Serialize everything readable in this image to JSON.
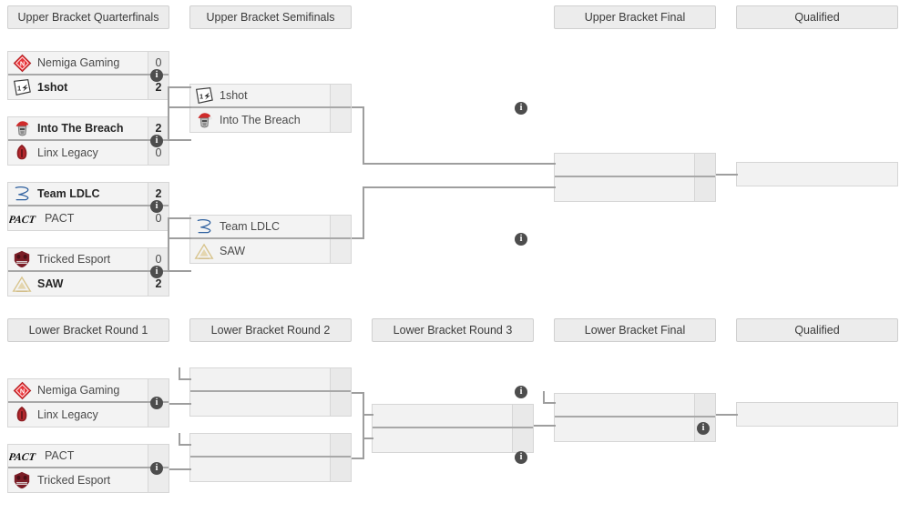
{
  "page": {
    "title": "Double Elimination Bracket",
    "background": "#ffffff",
    "line_color": "#9e9e9e",
    "box_fill": "#f3f3f3",
    "header_fill": "#ececec",
    "border_color": "#d6d6d6",
    "info_badge_color": "#4d4d4d",
    "info_badge_glyph": "i"
  },
  "upper_bracket": {
    "headers": [
      {
        "label": "Upper Bracket Quarterfinals"
      },
      {
        "label": "Upper Bracket Semifinals"
      },
      {
        "label": "Upper Bracket Final"
      },
      {
        "label": "Qualified"
      }
    ],
    "quarterfinals": [
      {
        "top": {
          "team": "Nemiga Gaming",
          "score": "0",
          "winner": false,
          "logo": "nemiga-gaming-logo"
        },
        "bottom": {
          "team": "1shot",
          "score": "2",
          "winner": true,
          "logo": "1shot-logo"
        }
      },
      {
        "top": {
          "team": "Into The Breach",
          "score": "2",
          "winner": true,
          "logo": "into-the-breach-logo"
        },
        "bottom": {
          "team": "Linx Legacy",
          "score": "0",
          "winner": false,
          "logo": "linx-legacy-logo"
        }
      },
      {
        "top": {
          "team": "Team LDLC",
          "score": "2",
          "winner": true,
          "logo": "team-ldlc-logo"
        },
        "bottom": {
          "team": "PACT",
          "score": "0",
          "winner": false,
          "logo": "pact-logo"
        }
      },
      {
        "top": {
          "team": "Tricked Esport",
          "score": "0",
          "winner": false,
          "logo": "tricked-esport-logo"
        },
        "bottom": {
          "team": "SAW",
          "score": "2",
          "winner": true,
          "logo": "saw-logo"
        }
      }
    ],
    "semifinals": [
      {
        "top": {
          "team": "1shot",
          "score": "",
          "winner": false,
          "logo": "1shot-logo"
        },
        "bottom": {
          "team": "Into The Breach",
          "score": "",
          "winner": false,
          "logo": "into-the-breach-logo"
        }
      },
      {
        "top": {
          "team": "Team LDLC",
          "score": "",
          "winner": false,
          "logo": "team-ldlc-logo"
        },
        "bottom": {
          "team": "SAW",
          "score": "",
          "winner": false,
          "logo": "saw-logo"
        }
      }
    ],
    "final": {
      "top": {
        "team": "",
        "score": "",
        "winner": false,
        "logo": ""
      },
      "bottom": {
        "team": "",
        "score": "",
        "winner": false,
        "logo": ""
      }
    },
    "qualified": {
      "team": ""
    }
  },
  "lower_bracket": {
    "headers": [
      {
        "label": "Lower Bracket Round 1"
      },
      {
        "label": "Lower Bracket Round 2"
      },
      {
        "label": "Lower Bracket Round 3"
      },
      {
        "label": "Lower Bracket Final"
      },
      {
        "label": "Qualified"
      }
    ],
    "round1": [
      {
        "top": {
          "team": "Nemiga Gaming",
          "score": "",
          "winner": false,
          "logo": "nemiga-gaming-logo"
        },
        "bottom": {
          "team": "Linx Legacy",
          "score": "",
          "winner": false,
          "logo": "linx-legacy-logo"
        }
      },
      {
        "top": {
          "team": "PACT",
          "score": "",
          "winner": false,
          "logo": "pact-logo"
        },
        "bottom": {
          "team": "Tricked Esport",
          "score": "",
          "winner": false,
          "logo": "tricked-esport-logo"
        }
      }
    ],
    "round2": [
      {
        "top": {
          "team": "",
          "score": ""
        },
        "bottom": {
          "team": "",
          "score": ""
        }
      },
      {
        "top": {
          "team": "",
          "score": ""
        },
        "bottom": {
          "team": "",
          "score": ""
        }
      }
    ],
    "round3": [
      {
        "top": {
          "team": "",
          "score": ""
        },
        "bottom": {
          "team": "",
          "score": ""
        }
      }
    ],
    "final": {
      "top": {
        "team": "",
        "score": ""
      },
      "bottom": {
        "team": "",
        "score": ""
      }
    },
    "qualified": {
      "team": ""
    }
  }
}
